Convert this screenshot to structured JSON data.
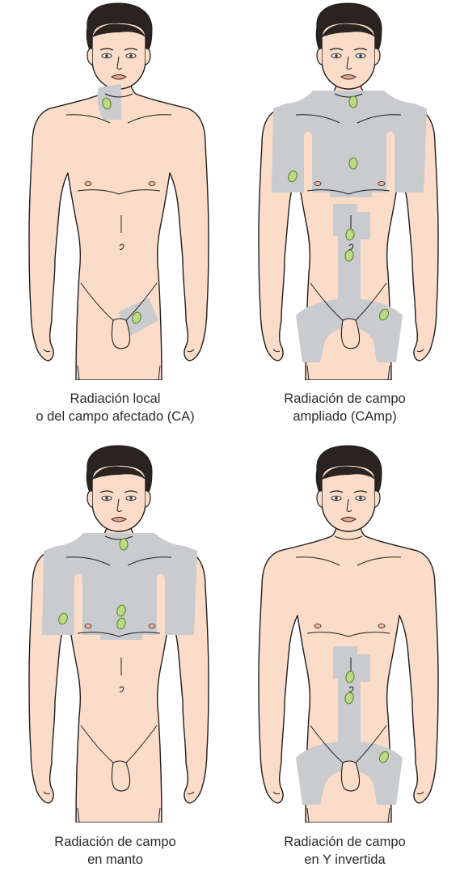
{
  "colors": {
    "skin": "#fbdcc8",
    "skin_outline": "#1e1e1e",
    "hair": "#2a2320",
    "radiation_field": "#c9cbcf",
    "lymph_node": "#b8db84",
    "lymph_node_outline": "#5c7d2c",
    "lips": "#e8a58c",
    "nipple": "#f0b69a",
    "caption_text": "#2b2b2b"
  },
  "panels": [
    {
      "id": "CA",
      "caption_line1": "Radiación local",
      "caption_line2": "o del campo afectado (CA)",
      "fields": [
        "neck-left-field",
        "groin-right-field"
      ],
      "nodes": [
        "neck-left",
        "groin-right"
      ]
    },
    {
      "id": "CAmp",
      "caption_line1": "Radiación de campo",
      "caption_line2": "ampliado (CAmp)",
      "fields": [
        "mantle-field",
        "inverted-y-field"
      ],
      "nodes": [
        "neck-center",
        "axilla-right",
        "mediastinum",
        "paraaortic-1",
        "paraaortic-2",
        "groin-left"
      ]
    },
    {
      "id": "manto",
      "caption_line1": "Radiación de campo",
      "caption_line2": "en manto",
      "fields": [
        "mantle-field"
      ],
      "nodes": [
        "neck-center",
        "axilla-right",
        "mediastinum-1",
        "mediastinum-2"
      ]
    },
    {
      "id": "Y-invertida",
      "caption_line1": "Radiación de campo",
      "caption_line2": "en Y invertida",
      "fields": [
        "inverted-y-field"
      ],
      "nodes": [
        "paraaortic-1",
        "paraaortic-2",
        "groin-left"
      ]
    }
  ]
}
